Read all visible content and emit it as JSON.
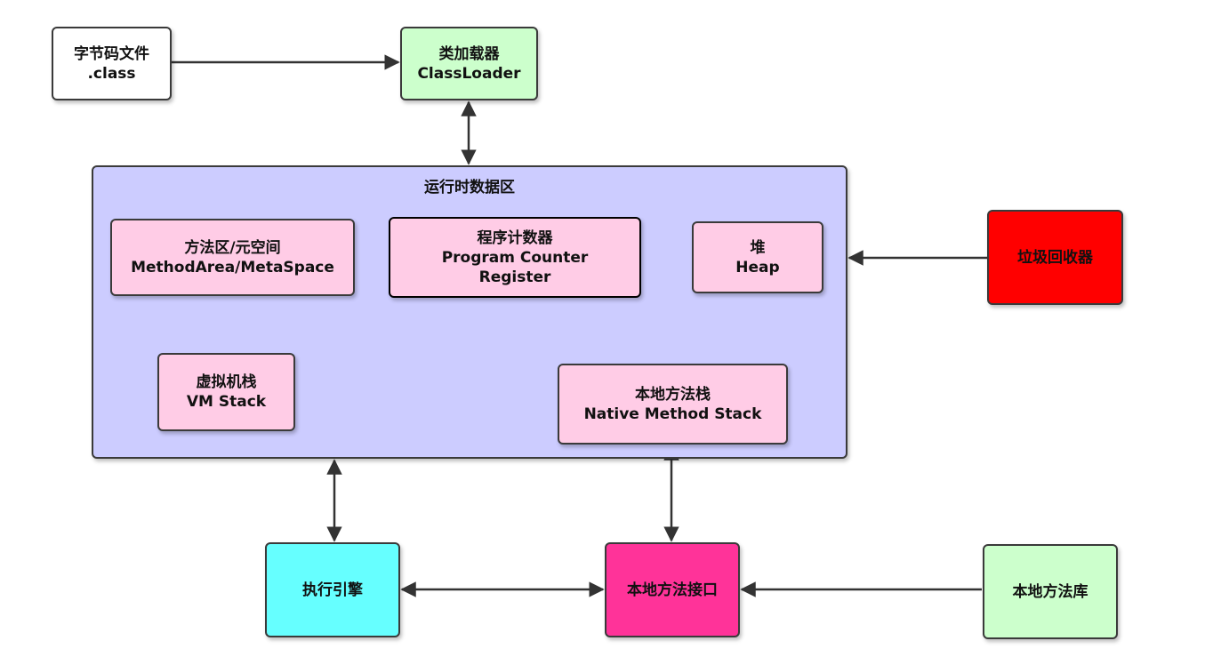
{
  "nodes": {
    "bytecode": {
      "line1": "字节码文件",
      "line2": ".class",
      "color": "#ffffff"
    },
    "classloader": {
      "line1": "类加载器",
      "line2": "ClassLoader",
      "color": "#ccffcc"
    },
    "runtime": {
      "title": "运行时数据区",
      "color": "#ccccff"
    },
    "method_area": {
      "line1": "方法区/元空间",
      "line2": "MethodArea/MetaSpace",
      "color": "#ffcce6"
    },
    "pc_register": {
      "line1": "程序计数器",
      "line2": "Program Counter",
      "line3": "Register",
      "color": "#ffcce6"
    },
    "heap": {
      "line1": "堆",
      "line2": "Heap",
      "color": "#ffcce6"
    },
    "vm_stack": {
      "line1": "虚拟机栈",
      "line2": "VM Stack",
      "color": "#ffcce6"
    },
    "native_stack": {
      "line1": "本地方法栈",
      "line2": "Native Method Stack",
      "color": "#ffcce6"
    },
    "gc": {
      "label": "垃圾回收器",
      "color": "#ff0000"
    },
    "exec_engine": {
      "label": "执行引擎",
      "color": "#66ffff"
    },
    "native_interface": {
      "label": "本地方法接口",
      "color": "#ff3399"
    },
    "native_lib": {
      "label": "本地方法库",
      "color": "#ccffcc"
    }
  }
}
